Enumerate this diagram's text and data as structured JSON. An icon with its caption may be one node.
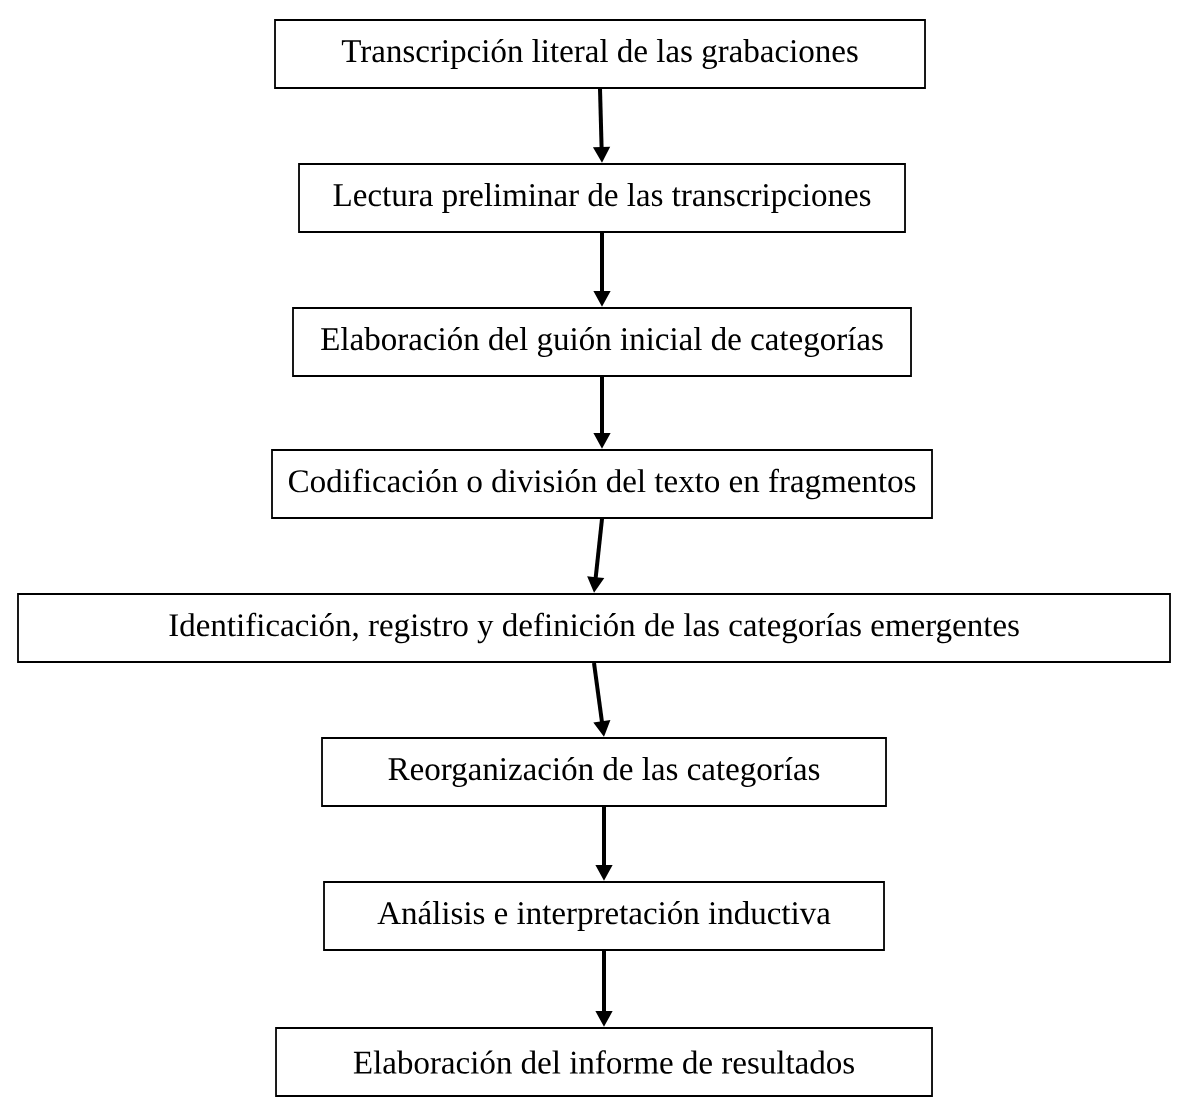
{
  "diagram": {
    "nodes": [
      {
        "text": [
          "Transcripción literal de las grabaciones"
        ]
      },
      {
        "text": [
          "Lectura preliminar de las transcripciones"
        ]
      },
      {
        "text": [
          "Elaboración del guión inicial de categorías"
        ]
      },
      {
        "text": [
          "Codificación o división del texto en fragmentos"
        ]
      },
      {
        "text": [
          "Identificación, registro y definición de las categorías emergentes"
        ]
      },
      {
        "text": [
          "Reorganización de las categorías"
        ]
      },
      {
        "text": [
          "Análisis e interpretación inductiva"
        ]
      },
      {
        "text": [
          "Elaboración del informe de resultados"
        ]
      }
    ],
    "edges": [
      {
        "from": 0,
        "to": 1,
        "arrow": "to"
      },
      {
        "from": 1,
        "to": 2,
        "arrow": "to"
      },
      {
        "from": 2,
        "to": 3,
        "arrow": "to"
      },
      {
        "from": 3,
        "to": 4,
        "arrow": "to"
      },
      {
        "from": 4,
        "to": 5,
        "arrow": "to"
      },
      {
        "from": 5,
        "to": 6,
        "arrow": "to"
      },
      {
        "from": 6,
        "to": 7,
        "arrow": "to"
      }
    ]
  }
}
